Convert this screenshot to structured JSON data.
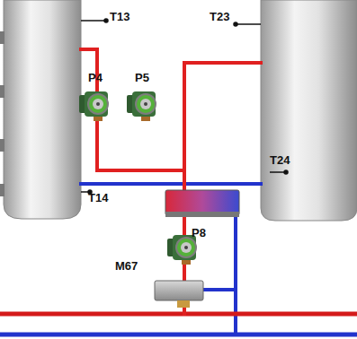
{
  "diagram": {
    "labels": [
      "T13",
      "T23",
      "P4",
      "P5",
      "T24",
      "T14",
      "P8",
      "M67"
    ]
  }
}
